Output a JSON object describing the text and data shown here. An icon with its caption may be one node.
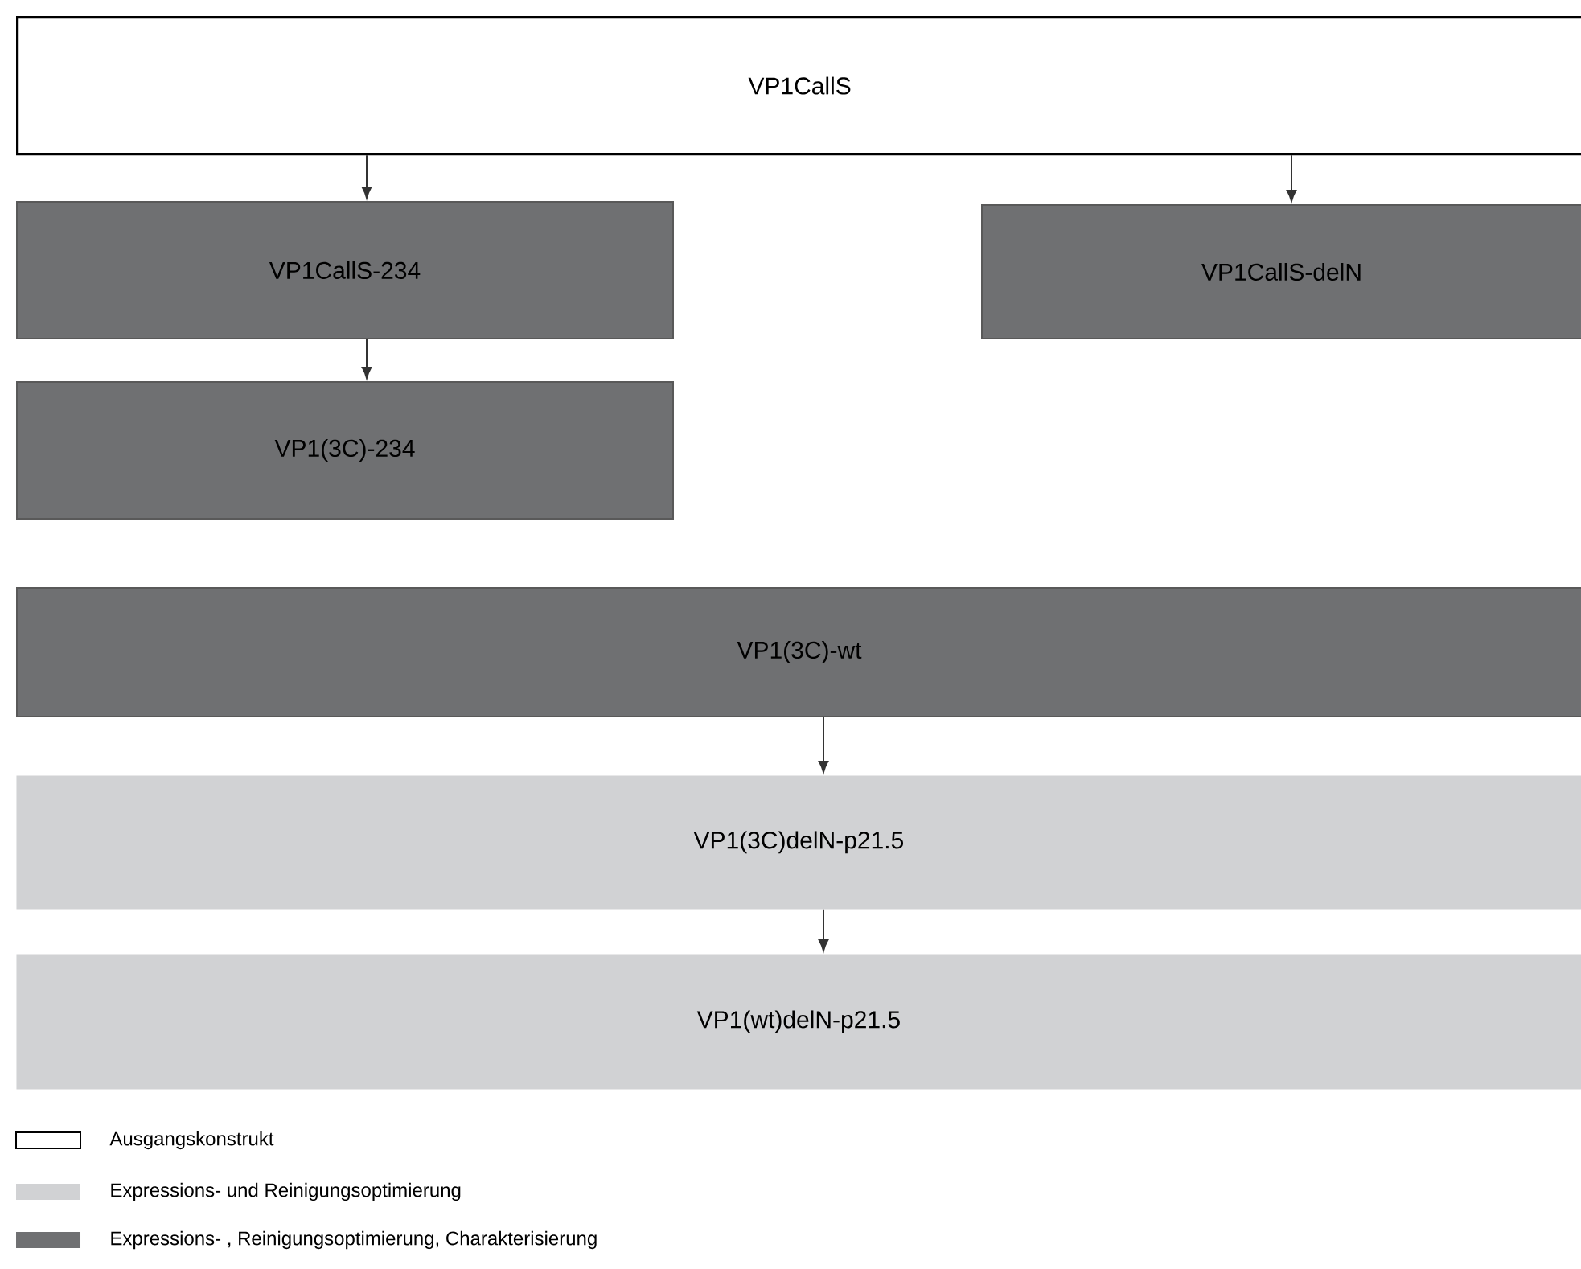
{
  "diagram": {
    "nodes": [
      {
        "text": [
          "VP1CallS"
        ]
      },
      {
        "text": [
          "VP1CallS-234"
        ]
      },
      {
        "text": [
          "VP1CallS-delN"
        ]
      },
      {
        "text": [
          "VP1(3C)-234"
        ]
      },
      {
        "text": [
          "VP1(3C)-wt"
        ]
      },
      {
        "text": [
          "VP1(3C)delN-p21.5"
        ]
      },
      {
        "text": [
          "VP1(wt)delN-p21.5"
        ]
      }
    ],
    "edges": [
      {
        "from": 0,
        "to": 1,
        "arrow": "to"
      },
      {
        "from": 0,
        "to": 2,
        "arrow": "to"
      },
      {
        "from": 1,
        "to": 3,
        "arrow": "to"
      },
      {
        "from": 4,
        "to": 5,
        "arrow": "to"
      },
      {
        "from": 5,
        "to": 6,
        "arrow": "to"
      }
    ],
    "legend": [
      {
        "text": "Ausgangskonstrukt"
      },
      {
        "text": "Expressions- und Reinigungsoptimierung",
        "color": "#d1d2d4"
      },
      {
        "text": "Expressions- , Reinigungsoptimierung, Charakterisierung",
        "color": "#6f7072"
      }
    ]
  }
}
